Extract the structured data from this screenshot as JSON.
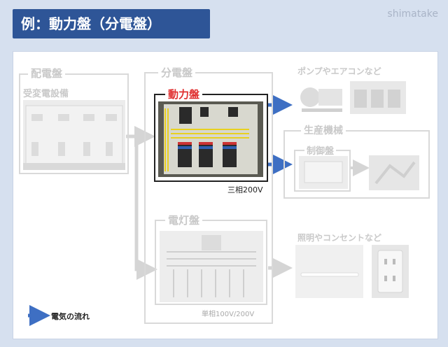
{
  "header": {
    "title": "例：動力盤（分電盤）",
    "brand": "shimatake"
  },
  "nodes": {
    "haidenban": "配電盤",
    "jusetsubi": "受変電設備",
    "bundenban": "分電盤",
    "douryokuban": "動力盤",
    "sansou": "三相200V",
    "dentouban": "電灯盤",
    "tansou": "単相100V/200V",
    "pump": "ポンプやエアコンなど",
    "seisan": "生産機械",
    "seigyoban": "制御盤",
    "shoumei": "照明やコンセントなど"
  },
  "legend": {
    "label": "電気の流れ"
  },
  "colors": {
    "title_bg": "#2e5597",
    "arrow_active": "#3e6fc3",
    "arrow_inactive": "#d5d5d5",
    "highlight": "#e03030"
  }
}
